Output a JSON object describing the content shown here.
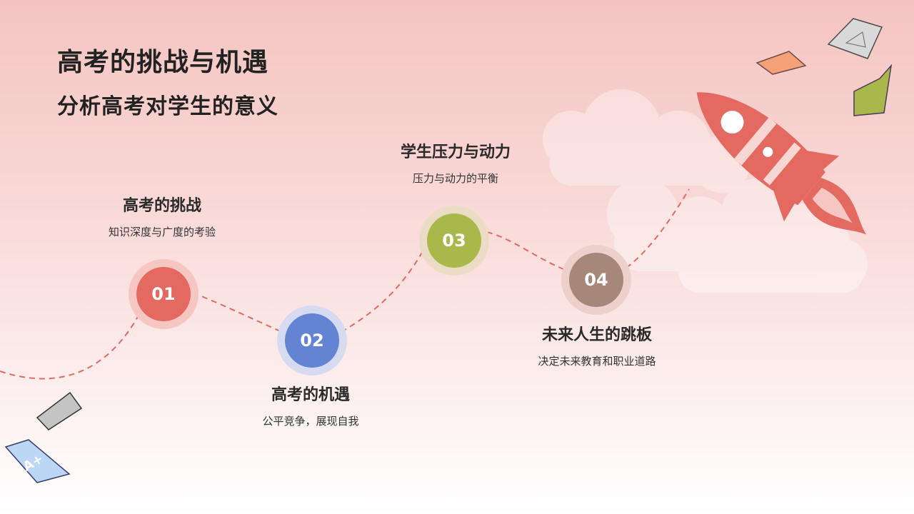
{
  "title": "高考的挑战与机遇",
  "subtitle": "分析高考对学生的意义",
  "steps": [
    {
      "num": "01",
      "title": "高考的挑战",
      "desc": "知识深度与广度的考验",
      "color": "#e46a61",
      "halo": "#f6c7c2"
    },
    {
      "num": "02",
      "title": "高考的机遇",
      "desc": "公平竞争，展现自我",
      "color": "#6384d3",
      "halo": "#d7dbf1"
    },
    {
      "num": "03",
      "title": "学生压力与动力",
      "desc": "压力与动力的平衡",
      "color": "#a9b84a",
      "halo": "#ecdcc6"
    },
    {
      "num": "04",
      "title": "未来人生的跳板",
      "desc": "决定未来教育和职业道路",
      "color": "#a6877a",
      "halo": "#ecd0cb"
    }
  ],
  "decor": {
    "paper_badge": "A+",
    "path_color": "#e46a61"
  }
}
